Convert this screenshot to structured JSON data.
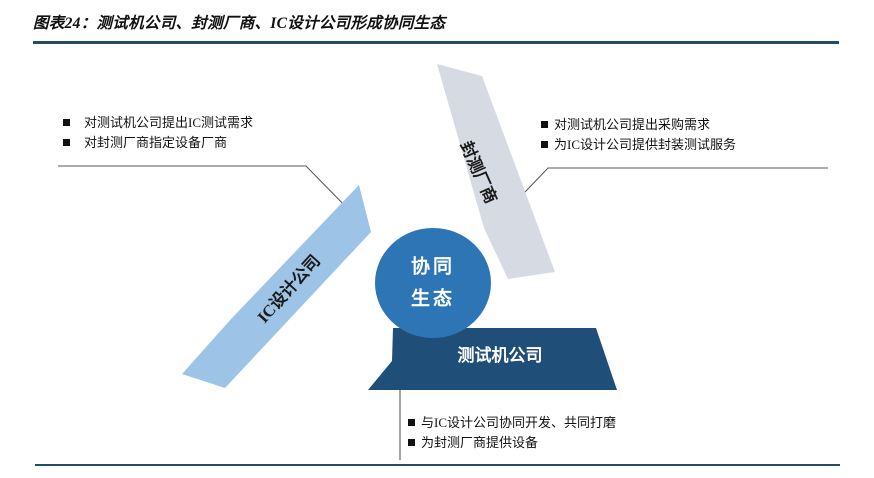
{
  "figure": {
    "title": "图表24：测试机公司、封测厂商、IC设计公司形成协同生态",
    "rule_color": "#1f4e66"
  },
  "diagram": {
    "type": "cycle-ecosystem",
    "center": {
      "name": "center-node",
      "label_line1": "协同",
      "label_line2": "生态",
      "color": "#2e75b6",
      "text_color": "#ffffff"
    },
    "nodes": [
      {
        "id": "ic-design",
        "label": "IC设计公司",
        "color": "#9dc3e6",
        "text_color": "#1a1a1a",
        "position": "left"
      },
      {
        "id": "packaging-testing",
        "label": "封测厂商",
        "color": "#d6dae3",
        "text_color": "#1a1a1a",
        "position": "top-right"
      },
      {
        "id": "tester-company",
        "label": "测试机公司",
        "color": "#1f4e79",
        "text_color": "#ffffff",
        "position": "bottom"
      }
    ],
    "callouts": [
      {
        "id": "callout-ic-design",
        "target": "ic-design",
        "items": [
          "对测试机公司提出IC测试需求",
          "对封测厂商指定设备厂商"
        ]
      },
      {
        "id": "callout-packaging-testing",
        "target": "packaging-testing",
        "items": [
          "对测试机公司提出采购需求",
          "为IC设计公司提供封装测试服务"
        ]
      },
      {
        "id": "callout-tester-company",
        "target": "tester-company",
        "items": [
          "与IC设计公司协同开发、共同打磨",
          "为封测厂商提供设备"
        ]
      }
    ],
    "leader_line_color": "#595959"
  }
}
